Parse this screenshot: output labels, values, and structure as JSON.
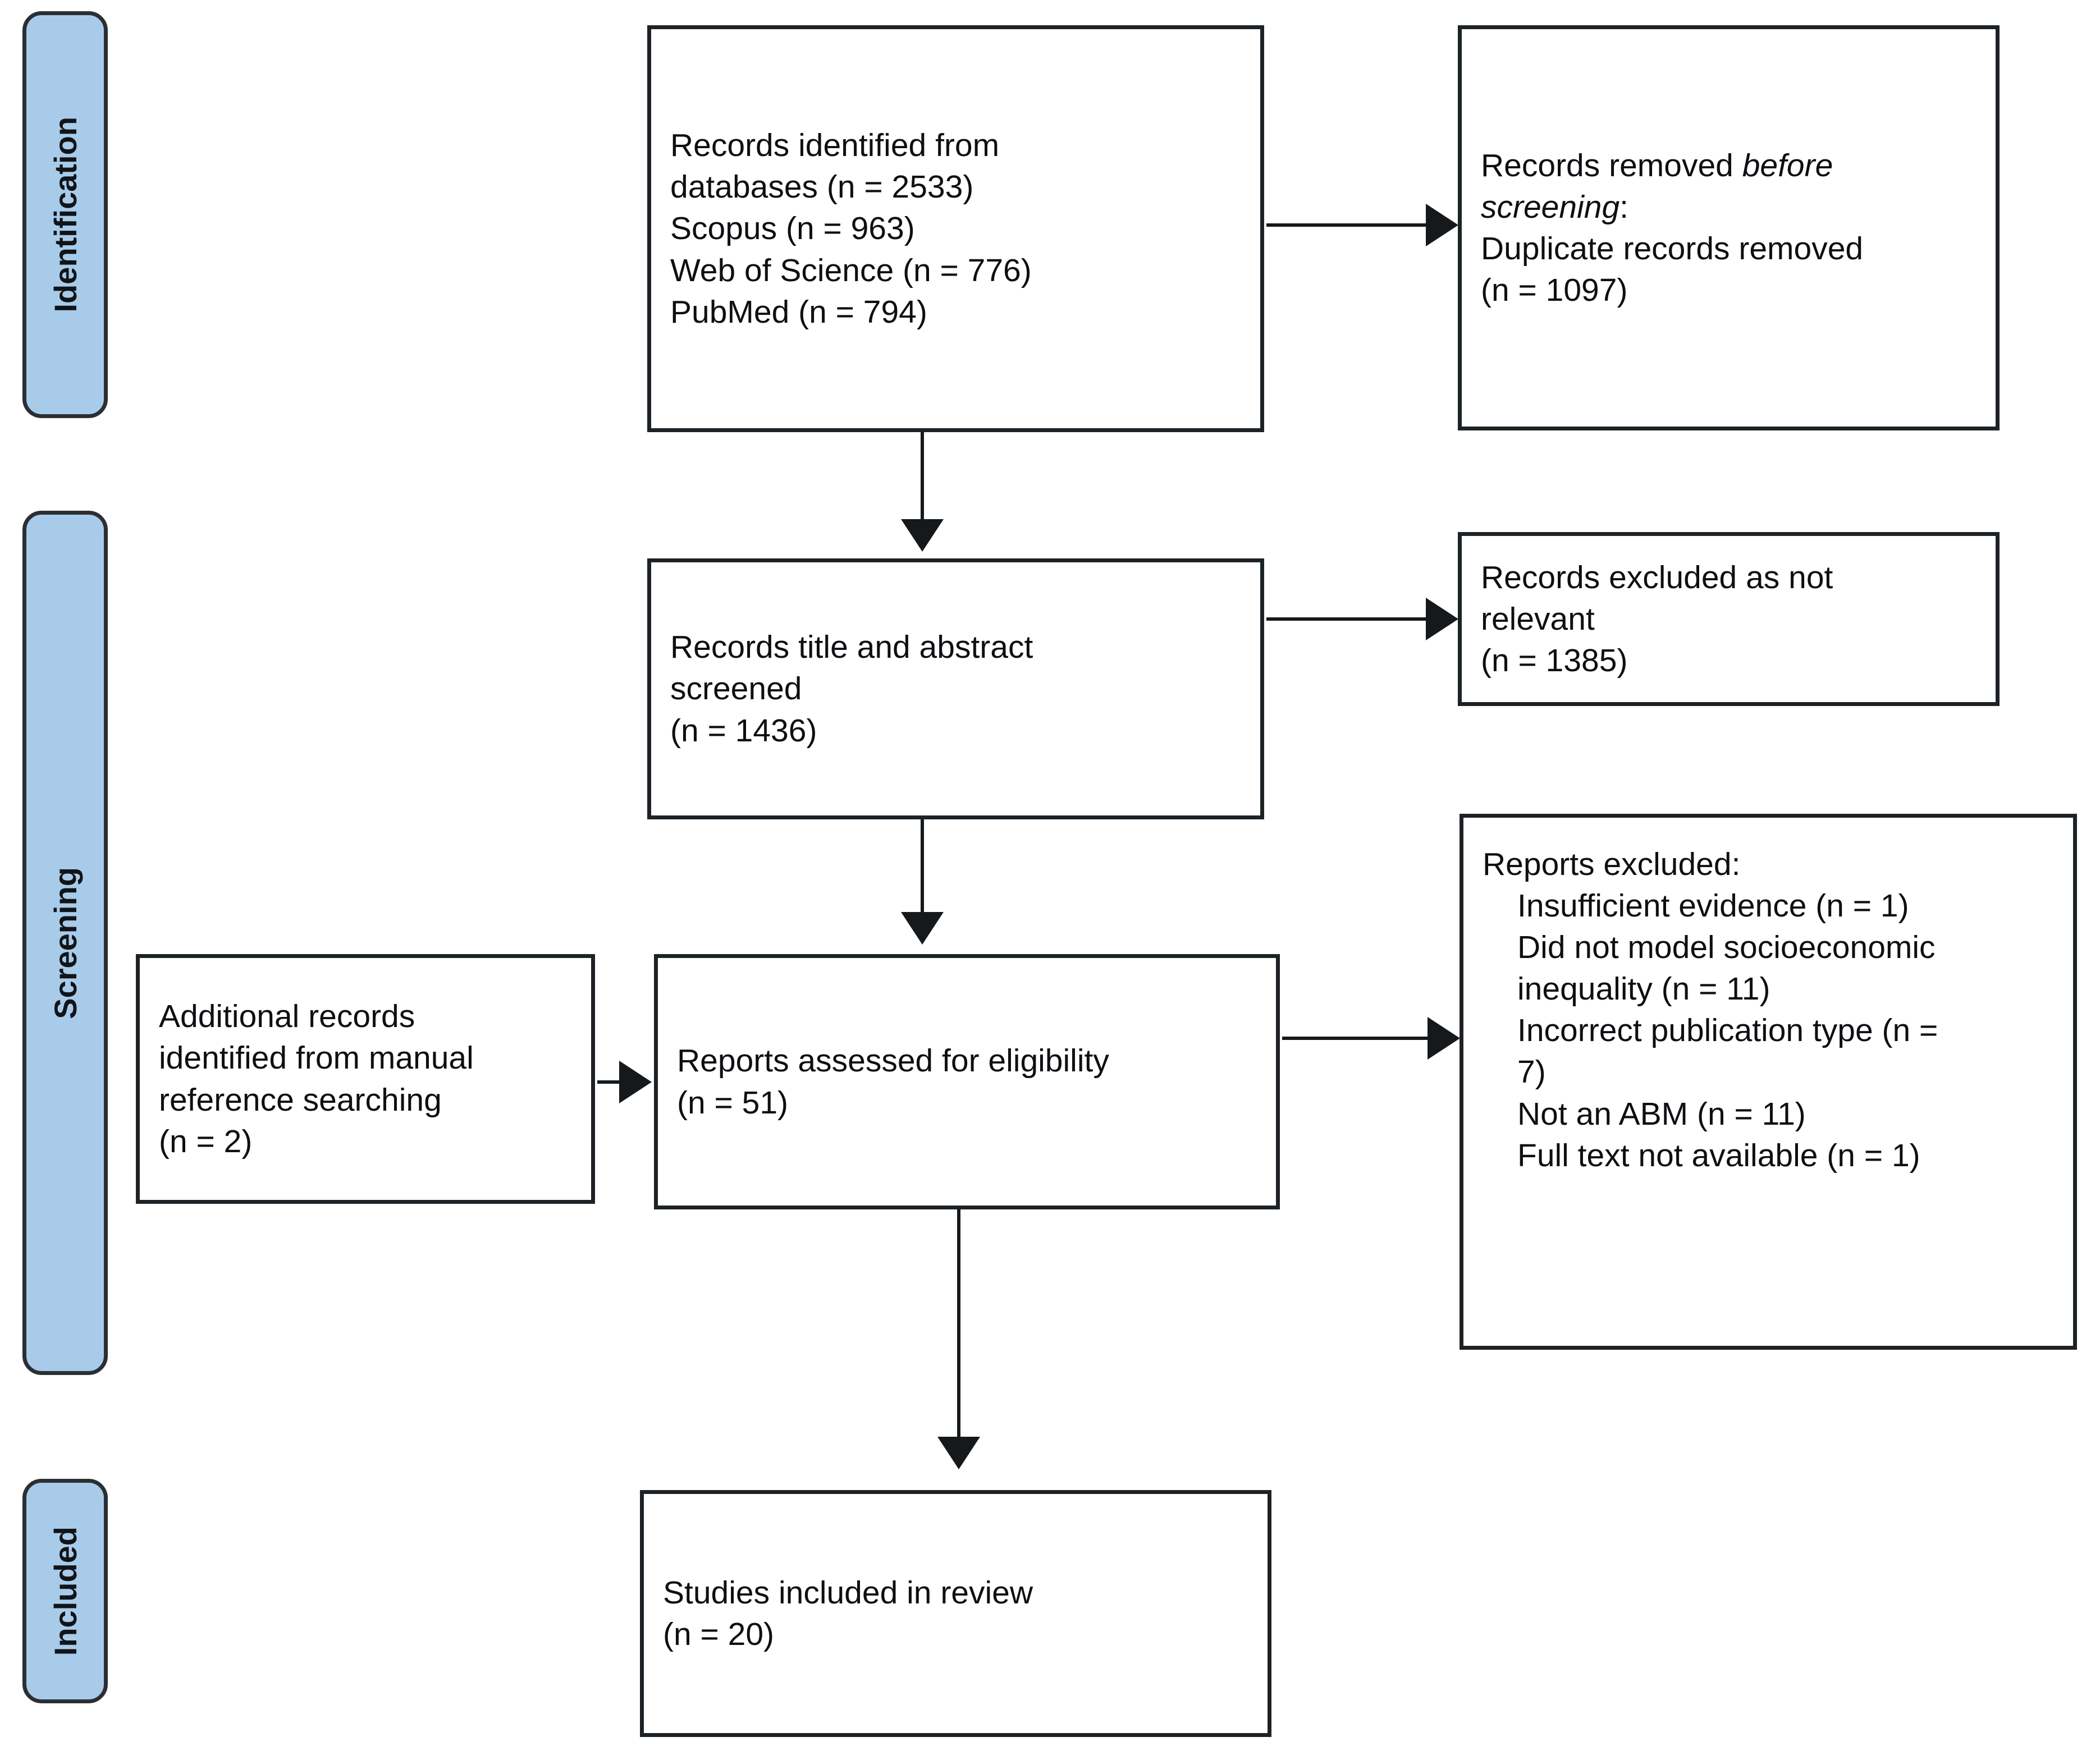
{
  "diagram": {
    "type": "PRISMA flow diagram",
    "phases": [
      {
        "id": "identification",
        "label": "Identification"
      },
      {
        "id": "screening",
        "label": "Screening"
      },
      {
        "id": "included",
        "label": "Included"
      }
    ],
    "boxes": {
      "records_identified": {
        "lines": [
          "Records identified from",
          "databases (n = 2533)",
          "Scopus (n = 963)",
          "Web of Science (n = 776)",
          "PubMed (n = 794)"
        ],
        "counts": {
          "databases_total": 2533,
          "scopus": 963,
          "web_of_science": 776,
          "pubmed": 794
        }
      },
      "records_removed": {
        "line1_plain": "Records removed ",
        "line1_italic": "before",
        "line2_italic": "screening",
        "line2_plain": ":",
        "line3": "Duplicate records removed",
        "line4": "(n = 1097)",
        "count": 1097
      },
      "records_screened": {
        "lines": [
          "Records title and abstract",
          "screened",
          "(n = 1436)"
        ],
        "count": 1436
      },
      "records_excluded": {
        "lines": [
          "Records excluded as not",
          "relevant",
          "(n = 1385)"
        ],
        "count": 1385
      },
      "additional_records": {
        "lines": [
          "Additional records",
          "identified from manual",
          "reference searching",
          "(n = 2)"
        ],
        "count": 2
      },
      "reports_assessed": {
        "lines": [
          "Reports assessed for eligibility",
          "(n = 51)"
        ],
        "count": 51
      },
      "reports_excluded": {
        "heading": "Reports excluded:",
        "reasons": [
          {
            "text": "Insufficient evidence (n = 1)",
            "count": 1
          },
          {
            "text": "Did not model socioeconomic",
            "count": null
          },
          {
            "text": "inequality (n = 11)",
            "count": 11
          },
          {
            "text": "Incorrect publication type (n =",
            "count": null
          },
          {
            "text": "7)",
            "count": 7
          },
          {
            "text": "Not an ABM (n = 11)",
            "count": 11
          },
          {
            "text": "Full text not available (n = 1)",
            "count": 1
          }
        ]
      },
      "studies_included": {
        "lines": [
          "Studies included in review",
          "(n = 20)"
        ],
        "count": 20
      }
    },
    "colors": {
      "phase_bar_fill": "#a8cbea",
      "phase_bar_border": "#2b2f33",
      "box_border": "#1d2226",
      "connector": "#15191c",
      "text": "#0d0f12",
      "background": "#ffffff"
    }
  }
}
